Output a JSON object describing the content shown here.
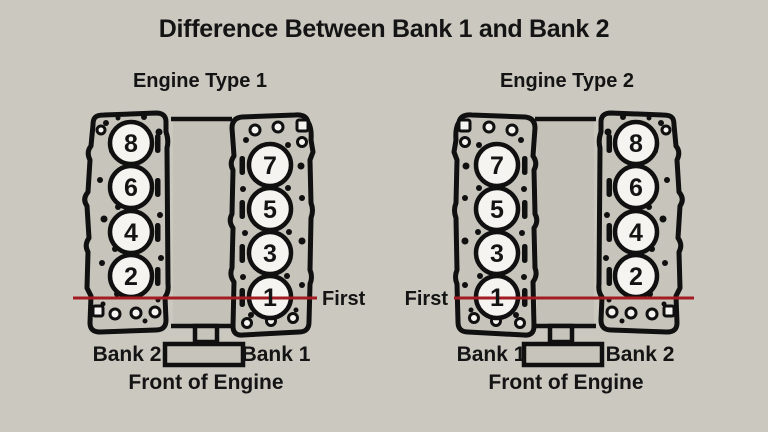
{
  "title": "Difference Between Bank 1 and Bank 2",
  "colors": {
    "background": "#cbc8c0",
    "head_fill": "#c7c4bb",
    "block_fill": "#c4c1b8",
    "outline": "#101010",
    "marker_line": "#a31c22",
    "cylinder_fill": "#f5f4f0",
    "text": "#141414"
  },
  "engines": [
    {
      "label": "Engine Type 1",
      "banks": {
        "left": {
          "name": "Bank 2",
          "cylinders": [
            "8",
            "6",
            "4",
            "2"
          ]
        },
        "right": {
          "name": "Bank 1",
          "cylinders": [
            "7",
            "5",
            "3",
            "1"
          ]
        }
      },
      "first_label": "First",
      "first_side": "right",
      "front_label": "Front of Engine"
    },
    {
      "label": "Engine Type 2",
      "banks": {
        "left": {
          "name": "Bank 1",
          "cylinders": [
            "7",
            "5",
            "3",
            "1"
          ]
        },
        "right": {
          "name": "Bank 2",
          "cylinders": [
            "8",
            "6",
            "4",
            "2"
          ]
        }
      },
      "first_label": "First",
      "first_side": "left",
      "front_label": "Front of Engine"
    }
  ]
}
